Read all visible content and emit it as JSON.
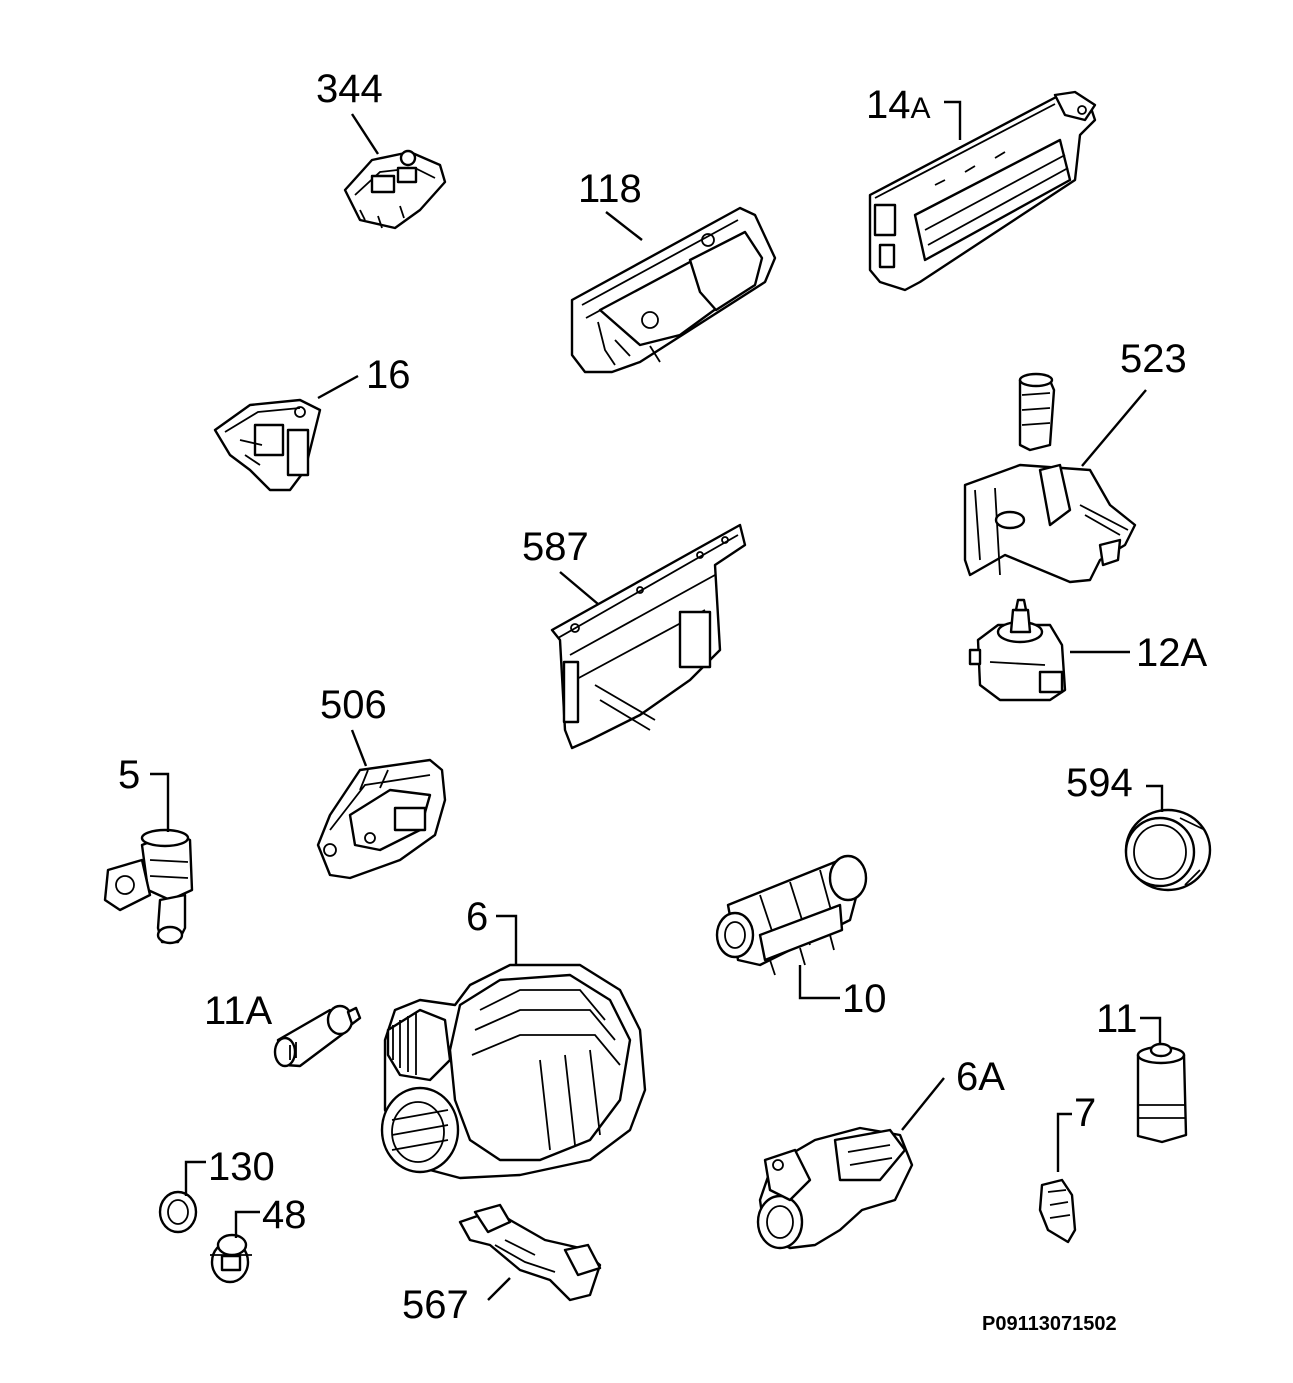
{
  "diagram": {
    "document_id": "P09113071502",
    "labels": {
      "p344": "344",
      "p118": "118",
      "p14a_num": "14",
      "p14a_suffix": "A",
      "p16": "16",
      "p523": "523",
      "p587": "587",
      "p12a": "12A",
      "p506": "506",
      "p5": "5",
      "p594": "594",
      "p6": "6",
      "p10": "10",
      "p11a": "11A",
      "p11": "11",
      "p6a": "6A",
      "p7": "7",
      "p130": "130",
      "p48": "48",
      "p567": "567"
    }
  }
}
